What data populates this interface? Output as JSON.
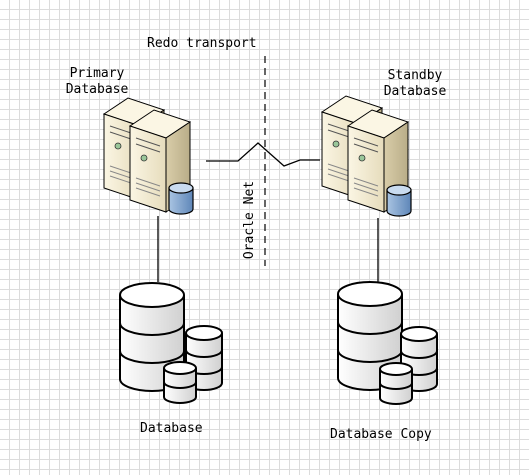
{
  "labels": {
    "redo_transport": "Redo transport",
    "primary_line1": "Primary",
    "primary_line2": "Database",
    "standby_line1": "Standby",
    "standby_line2": "Database",
    "oracle_net": "Oracle Net",
    "database": "Database",
    "database_copy": "Database Copy"
  },
  "colors": {
    "server_body": "#f3ecd2",
    "server_side": "#c9bd98",
    "db_cylinder": "#7fa4cc",
    "stroke": "#000000",
    "grid": "#dcdcdc"
  }
}
